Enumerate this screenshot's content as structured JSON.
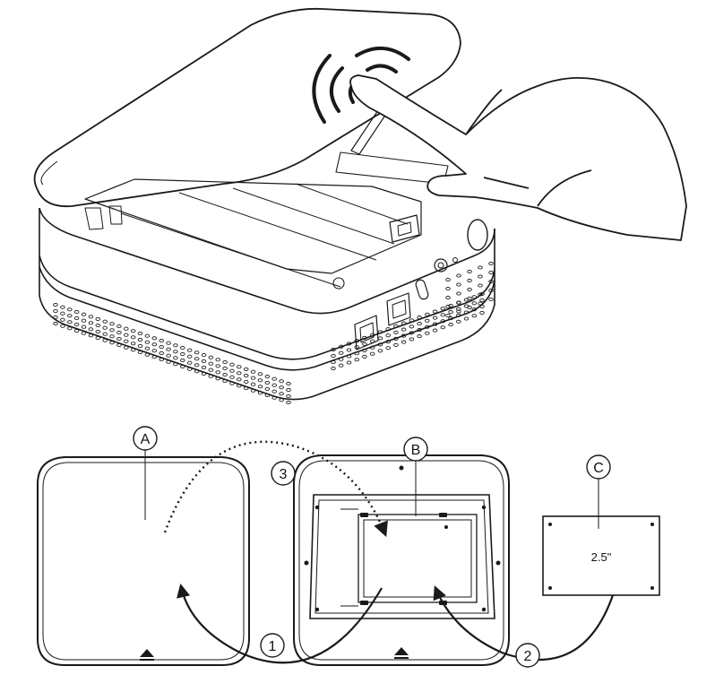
{
  "callouts": {
    "a": "A",
    "b": "B",
    "c": "C"
  },
  "steps": {
    "one": "1",
    "two": "2",
    "three": "3"
  },
  "drive": {
    "size_label": "2.5\""
  },
  "colors": {
    "line": "#1a1a1a",
    "background": "#ffffff"
  },
  "icons": {
    "eject": "eject-icon",
    "hand": "hand-press-icon",
    "press_waves": "press-waves-icon"
  }
}
